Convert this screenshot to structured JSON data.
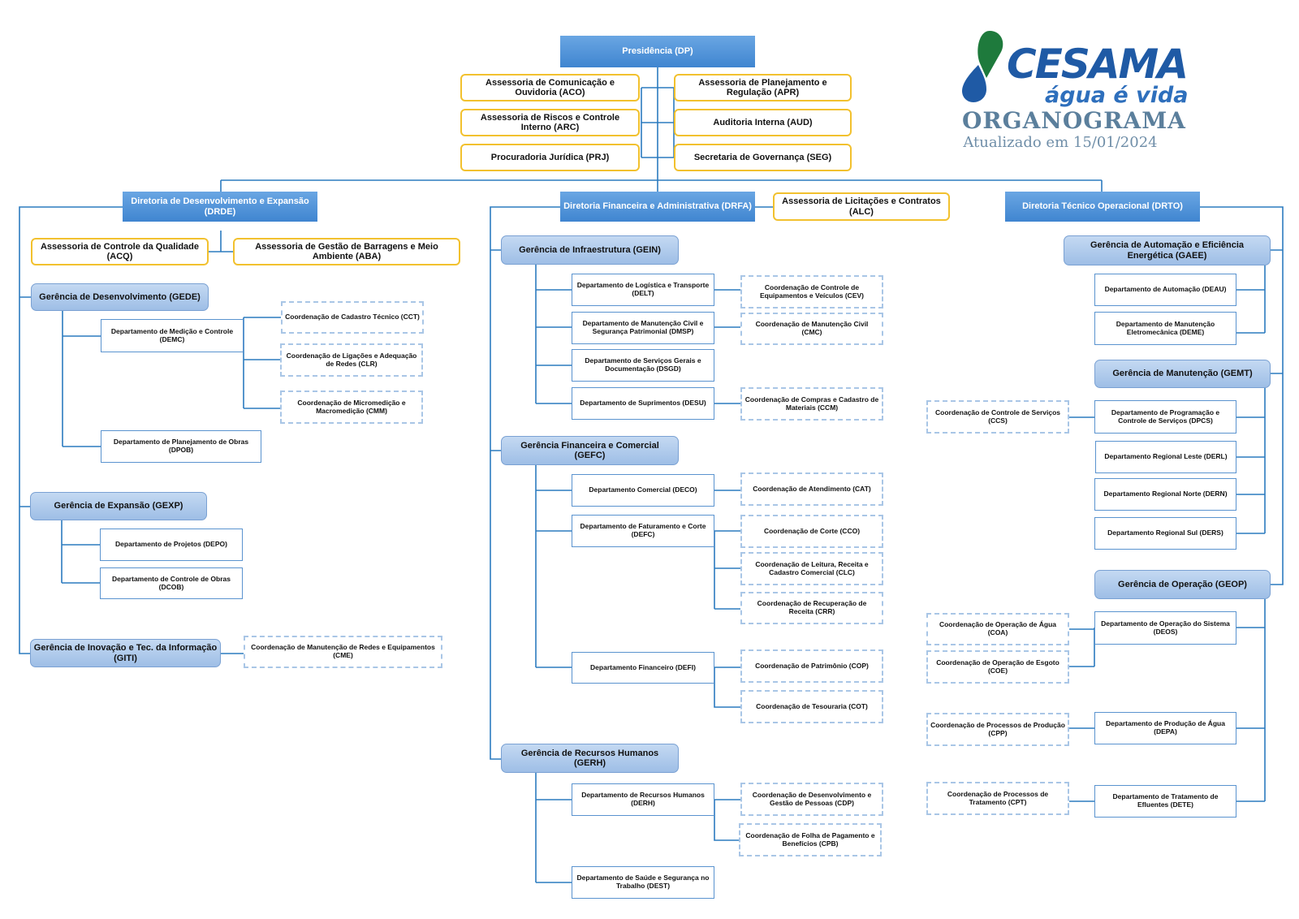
{
  "colors": {
    "line": "#2c7bbf",
    "directorate": "#4a8fd6",
    "advisory_border": "#f2c12e",
    "management": "#a9c8ec",
    "coordination_border": "#a9c6e6",
    "logo_green": "#1e7a3c",
    "logo_blue": "#1f5aa5"
  },
  "logo": {
    "brand": "CESAMA",
    "tagline": "água é vida",
    "icon": "water-drop-icon"
  },
  "header": {
    "title": "ORGANOGRAMA",
    "updated": "Atualizado em 15/01/2024"
  },
  "presidency": {
    "label": "Presidência (DP)"
  },
  "advisories": {
    "aco": "Assessoria de Comunicação e Ouvidoria (ACO)",
    "apr": "Assessoria de Planejamento e Regulação (APR)",
    "arc": "Assessoria de Riscos e Controle Interno (ARC)",
    "aud": "Auditoria Interna (AUD)",
    "prj": "Procuradoria Jurídica (PRJ)",
    "seg": "Secretaria de Governança (SEG)"
  },
  "drde": {
    "label": "Diretoria de Desenvolvimento e Expansão (DRDE)",
    "acq": "Assessoria de Controle da Qualidade (ACQ)",
    "aba": "Assessoria de Gestão de Barragens e Meio Ambiente (ABA)",
    "gede": {
      "label": "Gerência de Desenvolvimento (GEDE)",
      "demc": "Departamento de Medição e Controle (DEMC)",
      "cct": "Coordenação de Cadastro Técnico (CCT)",
      "clr": "Coordenação de Ligações e Adequação de Redes (CLR)",
      "cmm": "Coordenação de Micromedição e Macromedição (CMM)",
      "dpob": "Departamento de Planejamento de Obras (DPOB)"
    },
    "gexp": {
      "label": "Gerência de Expansão (GEXP)",
      "depo": "Departamento de Projetos (DEPO)",
      "dcob": "Departamento de Controle de Obras (DCOB)"
    },
    "giti": {
      "label": "Gerência de Inovação e Tec. da Informação (GITI)",
      "cme": "Coordenação de Manutenção de Redes e Equipamentos (CME)"
    }
  },
  "drfa": {
    "label": "Diretoria Financeira e Administrativa (DRFA)",
    "alc": "Assessoria de Licitações e Contratos (ALC)",
    "gein": {
      "label": "Gerência de Infraestrutura (GEIN)",
      "delt": "Departamento de Logística e Transporte (DELT)",
      "cev": "Coordenação de Controle de Equipamentos e Veículos (CEV)",
      "dmsp": "Departamento de Manutenção Civil e Segurança Patrimonial (DMSP)",
      "cmc": "Coordenação de Manutenção Civil (CMC)",
      "dsgd": "Departamento de Serviços Gerais e Documentação (DSGD)",
      "desu": "Departamento de Suprimentos (DESU)",
      "ccm": "Coordenação de Compras e Cadastro de Materiais (CCM)"
    },
    "gefc": {
      "label": "Gerência Financeira e Comercial (GEFC)",
      "deco": "Departamento Comercial (DECO)",
      "cat": "Coordenação de Atendimento (CAT)",
      "defc": "Departamento de Faturamento e Corte (DEFC)",
      "cco": "Coordenação de Corte (CCO)",
      "clc": "Coordenação de Leitura, Receita e Cadastro Comercial (CLC)",
      "crr": "Coordenação de Recuperação de Receita (CRR)",
      "defi": "Departamento Financeiro (DEFI)",
      "cop": "Coordenação de Patrimônio (COP)",
      "cot": "Coordenação de Tesouraria (COT)"
    },
    "gerh": {
      "label": "Gerência de Recursos Humanos (GERH)",
      "derh": "Departamento de Recursos Humanos (DERH)",
      "cdp": "Coordenação de Desenvolvimento e Gestão de Pessoas (CDP)",
      "cpb": "Coordenação de Folha de Pagamento e Benefícios (CPB)",
      "dest": "Departamento de Saúde e Segurança no Trabalho (DEST)"
    }
  },
  "drto": {
    "label": "Diretoria Técnico Operacional (DRTO)",
    "gaee": {
      "label": "Gerência de Automação e Eficiência Energética (GAEE)",
      "deau": "Departamento de Automação (DEAU)",
      "deme": "Departamento de Manutenção Eletromecânica (DEME)"
    },
    "gemt": {
      "label": "Gerência de Manutenção (GEMT)",
      "ccs": "Coordenação de Controle de Serviços (CCS)",
      "dpcs": "Departamento de Programação e Controle de Serviços (DPCS)",
      "derl": "Departamento Regional Leste (DERL)",
      "dern": "Departamento Regional Norte (DERN)",
      "ders": "Departamento Regional Sul (DERS)"
    },
    "geop": {
      "label": "Gerência de Operação (GEOP)",
      "coa": "Coordenação de Operação de Água (COA)",
      "coe": "Coordenação de Operação de Esgoto (COE)",
      "deos": "Departamento de Operação do Sistema (DEOS)",
      "cpp": "Coordenação de Processos de Produção (CPP)",
      "depa": "Departamento de Produção de Água (DEPA)",
      "cpt": "Coordenação de Processos de Tratamento (CPT)",
      "dete": "Departamento de Tratamento de Efluentes (DETE)"
    }
  }
}
